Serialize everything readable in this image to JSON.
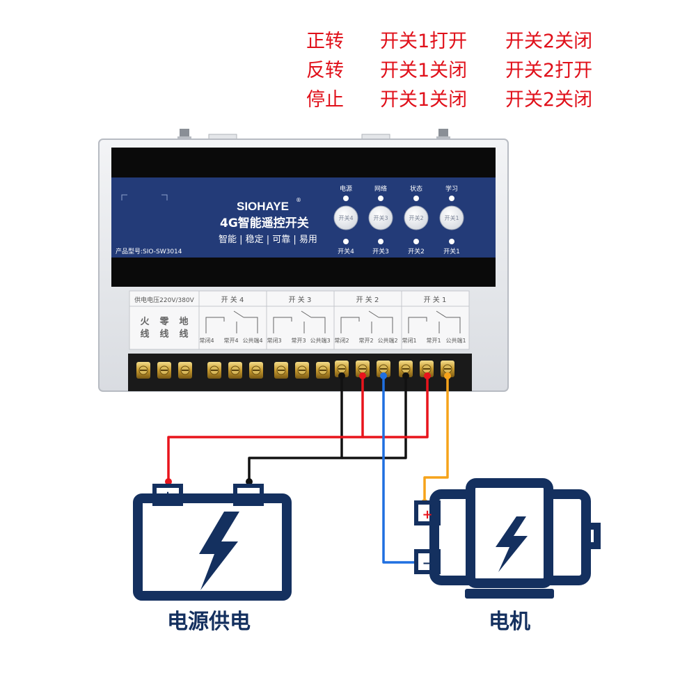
{
  "truth_table": [
    {
      "action": "正转",
      "switch1": "开关1打开",
      "switch2": "开关2关闭"
    },
    {
      "action": "反转",
      "switch1": "开关1关闭",
      "switch2": "开关2打开"
    },
    {
      "action": "停止",
      "switch1": "开关1关闭",
      "switch2": "开关2关闭"
    }
  ],
  "device": {
    "brand": "SIOHAYE",
    "registered_mark": "®",
    "title": "4G智能遥控开关",
    "slogan": "智能 | 稳定 | 可靠 | 易用",
    "model": "产品型号:SIO-SW3014",
    "indicators": [
      "电源",
      "网络",
      "状态",
      "学习"
    ],
    "buttons": [
      "开关4",
      "开关3",
      "开关2",
      "开关1"
    ],
    "bottom_leds": [
      "开关4",
      "开关3",
      "开关2",
      "开关1"
    ],
    "terminal_headers": [
      "供电电压220V/380V",
      "开 关 4",
      "开 关 3",
      "开 关 2",
      "开 关 1"
    ],
    "power_labels": [
      [
        "火",
        "线"
      ],
      [
        "零",
        "线"
      ],
      [
        "地",
        "线"
      ]
    ],
    "relay_labels": [
      [
        "常闭4",
        "常开4",
        "公共端4"
      ],
      [
        "常闭3",
        "常开3",
        "公共端3"
      ],
      [
        "常闭2",
        "常开2",
        "公共端2"
      ],
      [
        "常闭1",
        "常开1",
        "公共端1"
      ]
    ]
  },
  "battery": {
    "plus": "+",
    "minus": "−",
    "label": "电源供电"
  },
  "motor": {
    "plus": "+",
    "minus": "−",
    "label": "电机"
  },
  "colors": {
    "legend_red": "#e0101a",
    "navy": "#1b2d5e",
    "panel_blue": "#233b78",
    "wire_red": "#e8141c",
    "wire_black": "#111111",
    "wire_blue": "#1f6fe0",
    "wire_orange": "#f6a31a",
    "icon_blue": "#14305f"
  }
}
